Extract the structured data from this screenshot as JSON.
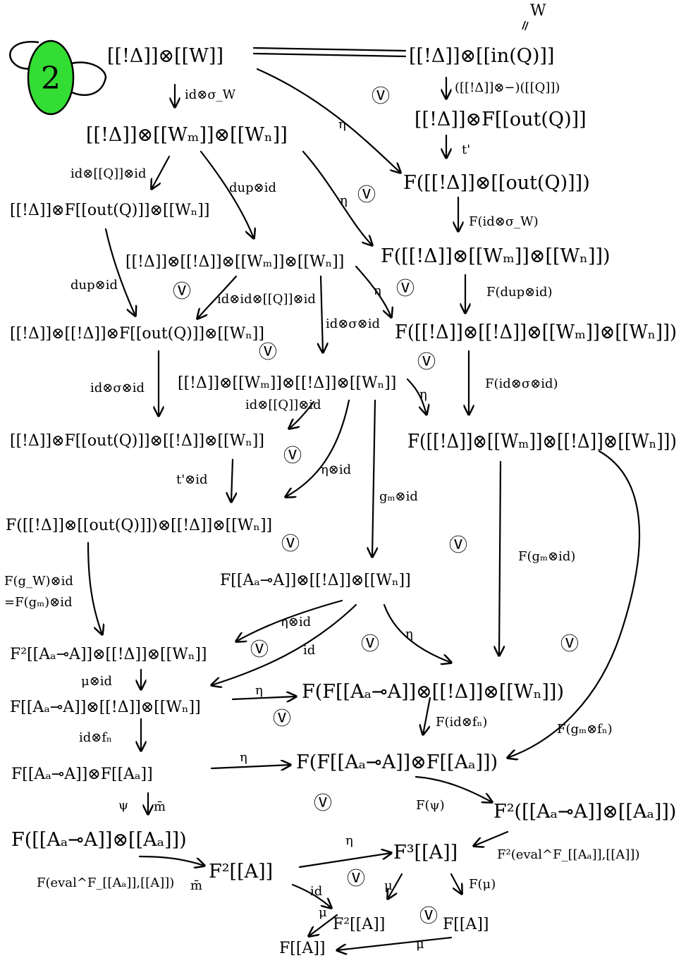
{
  "badge": {
    "text": "2",
    "fill": "#33dd33"
  },
  "w_note": "W",
  "eq_note": "=",
  "nodes": [
    {
      "id": "n1",
      "text": "[[!Δ]]⊗[[W]]"
    },
    {
      "id": "n2",
      "text": "[[!Δ]]⊗[[in(Q)]]"
    },
    {
      "id": "n3",
      "text": "[[!Δ]]⊗F[[out(Q)]]"
    },
    {
      "id": "n4",
      "text": "F([[!Δ]]⊗[[out(Q)]])"
    },
    {
      "id": "n5",
      "text": "[[!Δ]]⊗[[Wₘ]]⊗[[Wₙ]]"
    },
    {
      "id": "n6",
      "text": "[[!Δ]]⊗F[[out(Q)]]⊗[[Wₙ]]"
    },
    {
      "id": "n7",
      "text": "[[!Δ]]⊗[[!Δ]]⊗[[Wₘ]]⊗[[Wₙ]]"
    },
    {
      "id": "n8",
      "text": "F([[!Δ]]⊗[[Wₘ]]⊗[[Wₙ]])"
    },
    {
      "id": "n9",
      "text": "[[!Δ]]⊗[[!Δ]]⊗F[[out(Q)]]⊗[[Wₙ]]"
    },
    {
      "id": "n10",
      "text": "F([[!Δ]]⊗[[!Δ]]⊗[[Wₘ]]⊗[[Wₙ]])"
    },
    {
      "id": "n11",
      "text": "[[!Δ]]⊗[[Wₘ]]⊗[[!Δ]]⊗[[Wₙ]]"
    },
    {
      "id": "n12",
      "text": "[[!Δ]]⊗F[[out(Q)]]⊗[[!Δ]]⊗[[Wₙ]]"
    },
    {
      "id": "n13",
      "text": "F([[!Δ]]⊗[[Wₘ]]⊗[[!Δ]]⊗[[Wₙ]])"
    },
    {
      "id": "n14",
      "text": "F([[!Δ]]⊗[[out(Q)]])⊗[[!Δ]]⊗[[Wₙ]]"
    },
    {
      "id": "n15",
      "text": "F[[Aₐ⊸A]]⊗[[!Δ]]⊗[[Wₙ]]"
    },
    {
      "id": "n16",
      "text": "F²[[Aₐ⊸A]]⊗[[!Δ]]⊗[[Wₙ]]"
    },
    {
      "id": "n17",
      "text": "F[[Aₐ⊸A]]⊗[[!Δ]]⊗[[Wₙ]]"
    },
    {
      "id": "n18",
      "text": "F(F[[Aₐ⊸A]]⊗[[!Δ]]⊗[[Wₙ]])"
    },
    {
      "id": "n19",
      "text": "F[[Aₐ⊸A]]⊗F[[Aₐ]]"
    },
    {
      "id": "n20",
      "text": "F(F[[Aₐ⊸A]]⊗F[[Aₐ]])"
    },
    {
      "id": "n21",
      "text": "F²([[Aₐ⊸A]]⊗[[Aₐ]])"
    },
    {
      "id": "n22",
      "text": "F([[Aₐ⊸A]]⊗[[Aₐ]])"
    },
    {
      "id": "n23",
      "text": "F²[[A]]"
    },
    {
      "id": "n24",
      "text": "F³[[A]]"
    },
    {
      "id": "n25",
      "text": "F²[[A]]"
    },
    {
      "id": "n26",
      "text": "F[[A]]"
    },
    {
      "id": "n27",
      "text": "F[[A]]"
    }
  ],
  "arrow_labels": [
    {
      "id": "l1",
      "text": "id⊗σ_W"
    },
    {
      "id": "l2",
      "text": "([[!Δ]]⊗−)([[Q]])"
    },
    {
      "id": "l3",
      "text": "η"
    },
    {
      "id": "l4",
      "text": "t'"
    },
    {
      "id": "l5",
      "text": "id⊗[[Q]]⊗id"
    },
    {
      "id": "l6",
      "text": "dup⊗id"
    },
    {
      "id": "l7",
      "text": "η"
    },
    {
      "id": "l8",
      "text": "F(id⊗σ_W)"
    },
    {
      "id": "l9",
      "text": "dup⊗id"
    },
    {
      "id": "l10",
      "text": "id⊗id⊗[[Q]]⊗id"
    },
    {
      "id": "l11",
      "text": "id⊗σ⊗id"
    },
    {
      "id": "l12",
      "text": "η"
    },
    {
      "id": "l13",
      "text": "F(dup⊗id)"
    },
    {
      "id": "l14",
      "text": "id⊗σ⊗id"
    },
    {
      "id": "l15",
      "text": "id⊗[[Q]]⊗id"
    },
    {
      "id": "l16",
      "text": "η"
    },
    {
      "id": "l17",
      "text": "F(id⊗σ⊗id)"
    },
    {
      "id": "l18",
      "text": "t'⊗id"
    },
    {
      "id": "l19",
      "text": "η⊗id"
    },
    {
      "id": "l20",
      "text": "gₘ⊗id"
    },
    {
      "id": "l21",
      "text": "F(gₘ⊗id)"
    },
    {
      "id": "l22",
      "text": "F(g_W)⊗id"
    },
    {
      "id": "l23",
      "text": "=F(gₘ)⊗id"
    },
    {
      "id": "l24",
      "text": "η⊗id"
    },
    {
      "id": "l25",
      "text": "id"
    },
    {
      "id": "l26",
      "text": "η"
    },
    {
      "id": "l27",
      "text": "μ⊗id"
    },
    {
      "id": "l28",
      "text": "η"
    },
    {
      "id": "l29",
      "text": "F(id⊗fₙ)"
    },
    {
      "id": "l30",
      "text": "F(gₘ⊗fₙ)"
    },
    {
      "id": "l31",
      "text": "id⊗fₙ"
    },
    {
      "id": "l32",
      "text": "η"
    },
    {
      "id": "l33",
      "text": "ψ"
    },
    {
      "id": "l34",
      "text": "m̄"
    },
    {
      "id": "l35",
      "text": "F(ψ)"
    },
    {
      "id": "l36",
      "text": "F(eval^F_[[Aₐ]],[[A]])"
    },
    {
      "id": "l37",
      "text": "m̄"
    },
    {
      "id": "l38",
      "text": "η"
    },
    {
      "id": "l39",
      "text": "F²(eval^F_[[Aₐ]],[[A]])"
    },
    {
      "id": "l40",
      "text": "id"
    },
    {
      "id": "l41",
      "text": "μ"
    },
    {
      "id": "l42",
      "text": "F(μ)"
    },
    {
      "id": "l43",
      "text": "μ"
    },
    {
      "id": "l44",
      "text": "μ"
    }
  ],
  "commute_marks": [
    {
      "id": "c1",
      "text": "Ⓥ"
    },
    {
      "id": "c2",
      "text": "Ⓥ"
    },
    {
      "id": "c3",
      "text": "Ⓥ"
    },
    {
      "id": "c4",
      "text": "Ⓥ"
    },
    {
      "id": "c5",
      "text": "Ⓥ"
    },
    {
      "id": "c6",
      "text": "Ⓥ"
    },
    {
      "id": "c7",
      "text": "Ⓥ"
    },
    {
      "id": "c8",
      "text": "Ⓥ"
    },
    {
      "id": "c9",
      "text": "Ⓥ"
    },
    {
      "id": "c10",
      "text": "Ⓥ"
    },
    {
      "id": "c11",
      "text": "Ⓥ"
    },
    {
      "id": "c12",
      "text": "Ⓥ"
    },
    {
      "id": "c13",
      "text": "Ⓥ"
    },
    {
      "id": "c14",
      "text": "Ⓥ"
    },
    {
      "id": "c15",
      "text": "Ⓥ"
    },
    {
      "id": "c16",
      "text": "Ⓥ"
    }
  ]
}
